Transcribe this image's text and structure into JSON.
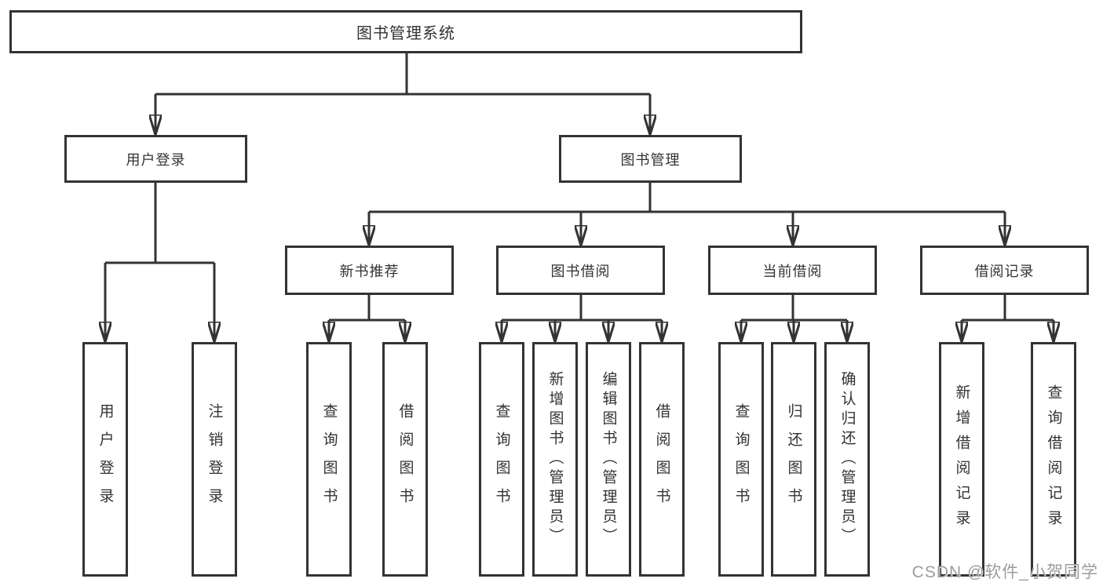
{
  "diagram": {
    "root": {
      "label": "图书管理系统",
      "children": [
        {
          "label": "用户登录",
          "children": [
            {
              "label": "用户登录"
            },
            {
              "label": "注销登录"
            }
          ]
        },
        {
          "label": "图书管理",
          "children": [
            {
              "label": "新书推荐",
              "children": [
                {
                  "label": "查询图书"
                },
                {
                  "label": "借阅图书"
                }
              ]
            },
            {
              "label": "图书借阅",
              "children": [
                {
                  "label": "查询图书"
                },
                {
                  "label": "新增图书（管理员）"
                },
                {
                  "label": "编辑图书（管理员）"
                },
                {
                  "label": "借阅图书"
                }
              ]
            },
            {
              "label": "当前借阅",
              "children": [
                {
                  "label": "查询图书"
                },
                {
                  "label": "归还图书"
                },
                {
                  "label": "确认归还（管理员）"
                }
              ]
            },
            {
              "label": "借阅记录",
              "children": [
                {
                  "label": "新增借阅记录"
                },
                {
                  "label": "查询借阅记录"
                }
              ]
            }
          ]
        }
      ]
    }
  },
  "watermark": {
    "text": "CSDN @软件_小贺同学"
  },
  "colors": {
    "line": "#333333",
    "box_border": "#333333",
    "box_fill": "#ffffff",
    "text": "#333333",
    "watermark": "#9c9c9c",
    "background": "#ffffff"
  }
}
